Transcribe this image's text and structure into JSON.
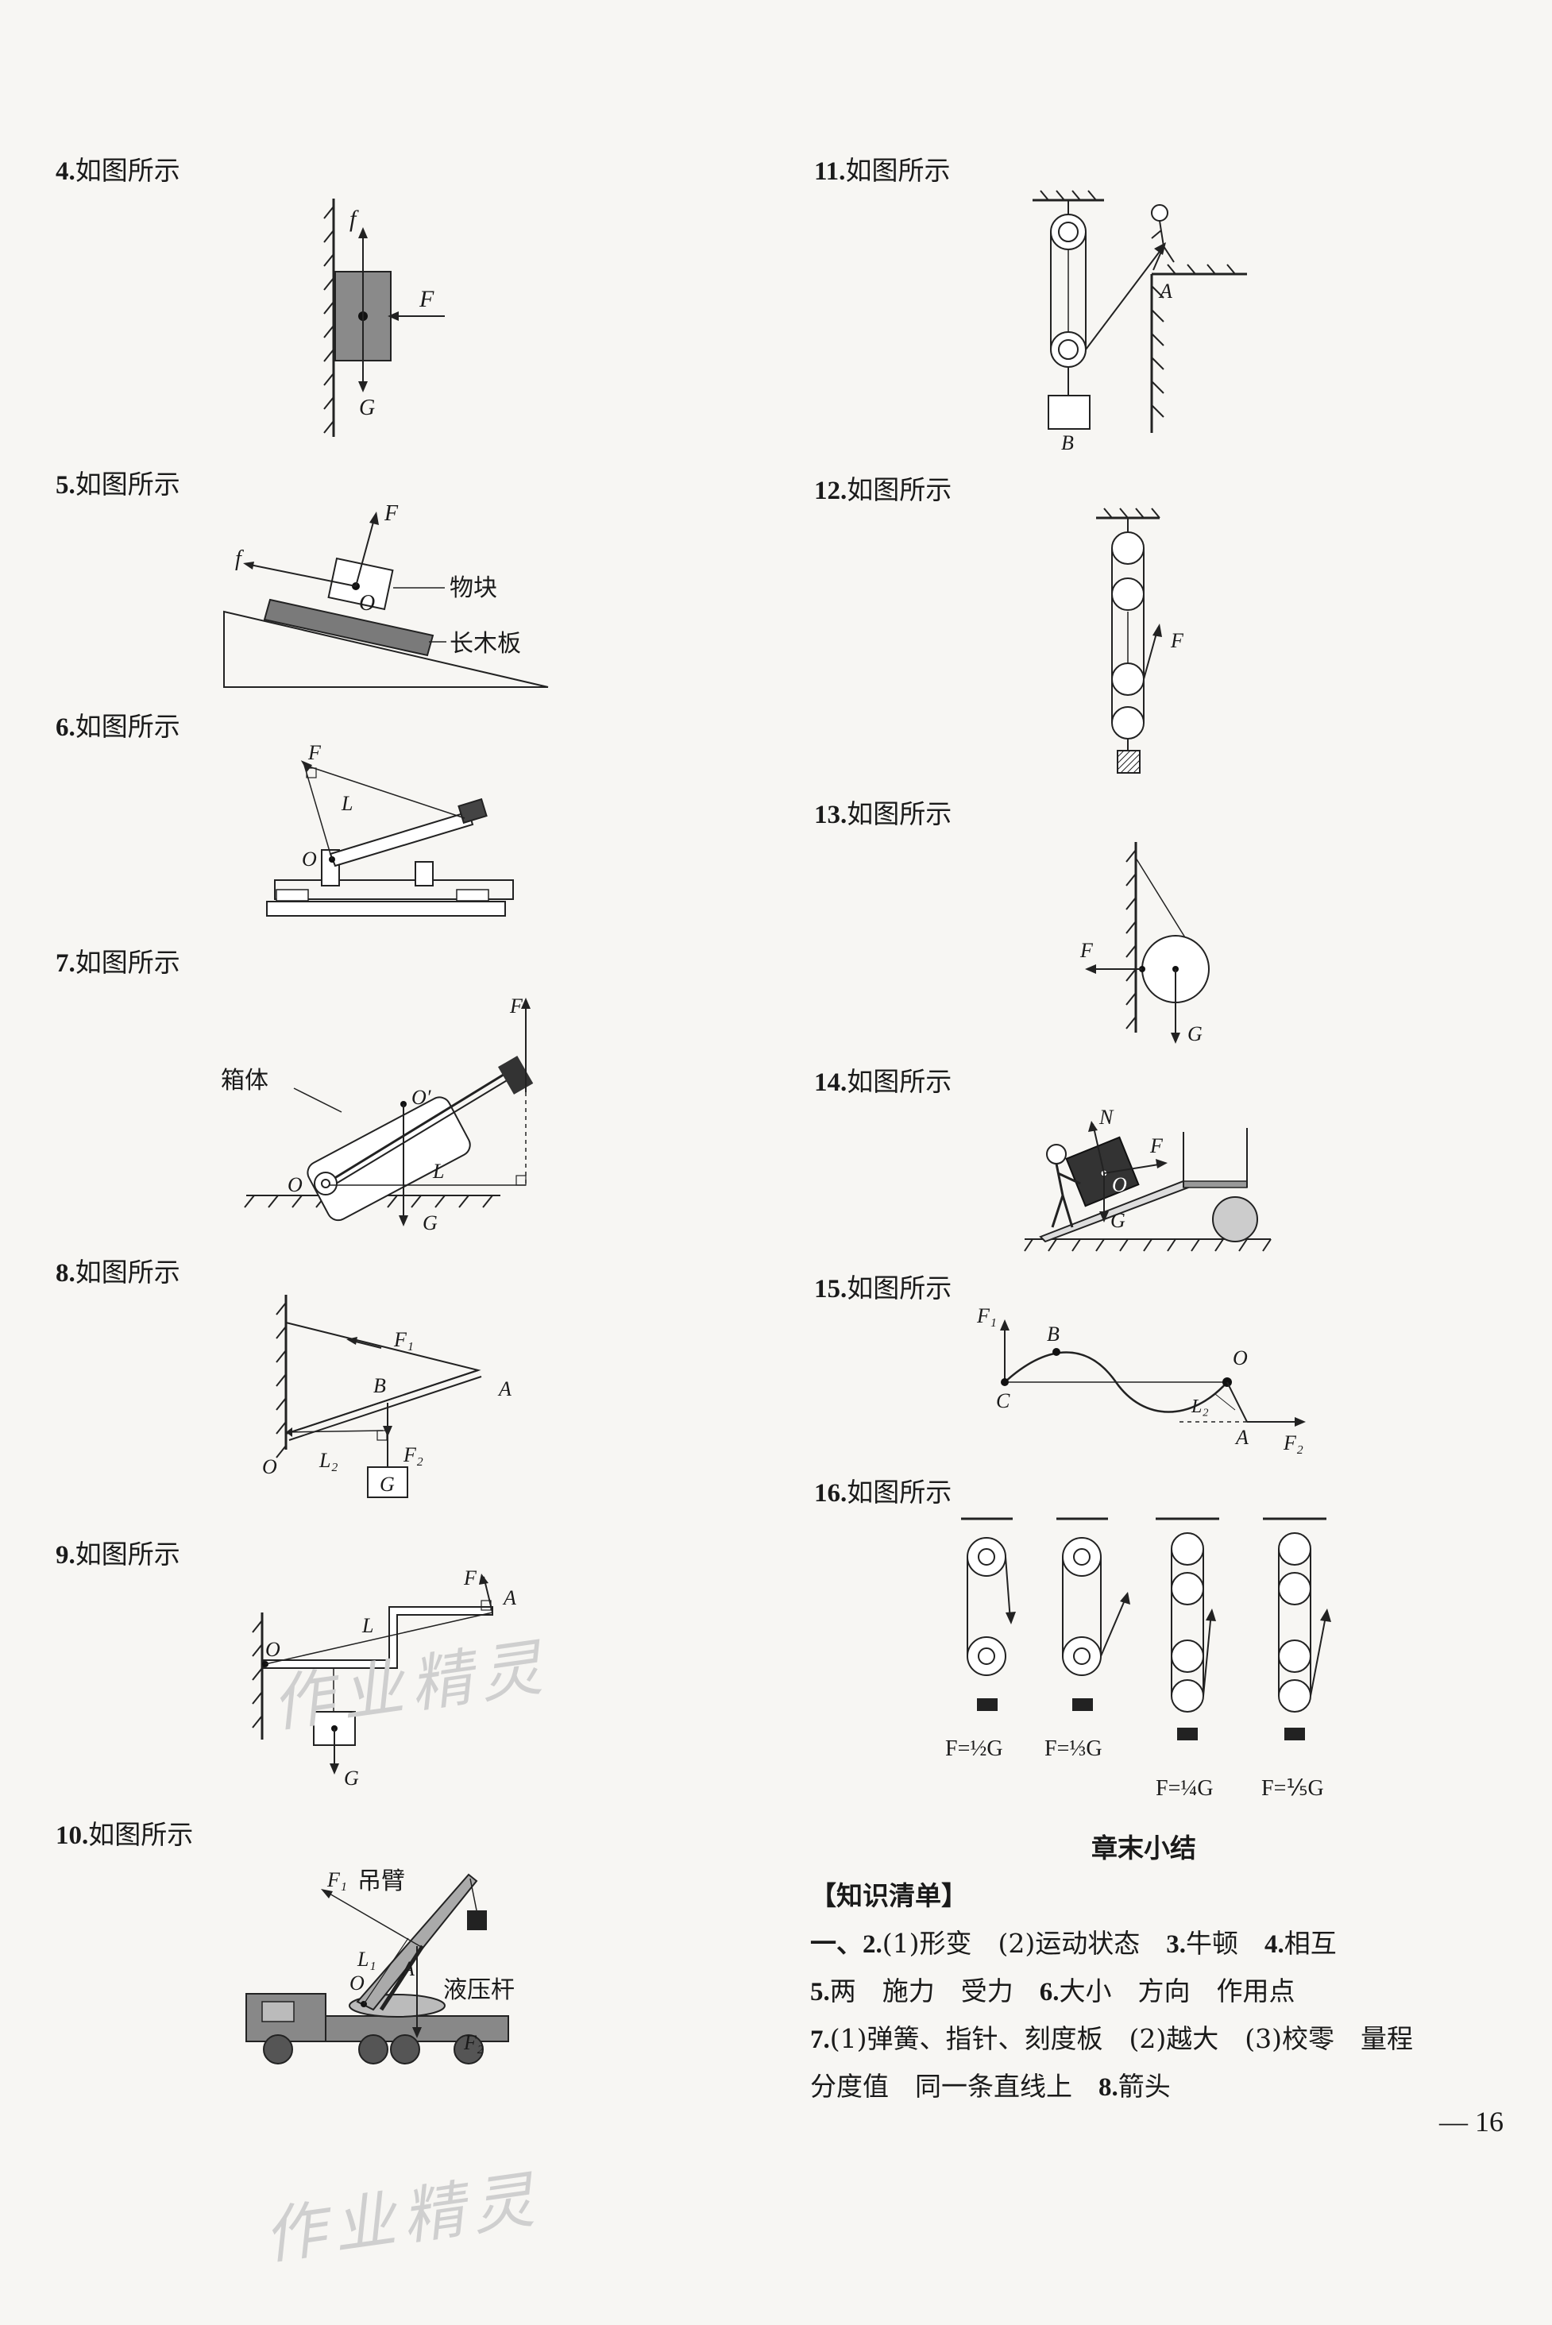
{
  "items": [
    {
      "num": "4.",
      "text": "如图所示"
    },
    {
      "num": "5.",
      "text": "如图所示"
    },
    {
      "num": "6.",
      "text": "如图所示"
    },
    {
      "num": "7.",
      "text": "如图所示"
    },
    {
      "num": "8.",
      "text": "如图所示"
    },
    {
      "num": "9.",
      "text": "如图所示"
    },
    {
      "num": "10.",
      "text": "如图所示"
    },
    {
      "num": "11.",
      "text": "如图所示"
    },
    {
      "num": "12.",
      "text": "如图所示"
    },
    {
      "num": "13.",
      "text": "如图所示"
    },
    {
      "num": "14.",
      "text": "如图所示"
    },
    {
      "num": "15.",
      "text": "如图所示"
    },
    {
      "num": "16.",
      "text": "如图所示"
    }
  ],
  "figures": {
    "f4": {
      "f": "f",
      "F": "F",
      "G": "G"
    },
    "f5": {
      "F": "F",
      "f": "f",
      "O": "O",
      "block": "物块",
      "board": "长木板"
    },
    "f6": {
      "F": "F",
      "L": "L",
      "O": "O"
    },
    "f7": {
      "F": "F",
      "box": "箱体",
      "O1": "O′",
      "O": "O",
      "L": "L",
      "G": "G"
    },
    "f8": {
      "F1": "F₁",
      "B": "B",
      "A": "A",
      "O": "O",
      "L2": "L₂",
      "F2": "F₂",
      "G": "G"
    },
    "f9": {
      "F": "F",
      "A": "A",
      "L": "L",
      "O": "O",
      "G": "G"
    },
    "f10": {
      "F1": "F₁",
      "arm": "吊臂",
      "L1": "L₁",
      "O": "O",
      "A": "A",
      "cyl": "液压杆",
      "F2": "F₂"
    },
    "f11": {
      "A": "A",
      "B": "B"
    },
    "f12": {
      "F": "F"
    },
    "f13": {
      "F": "F",
      "G": "G"
    },
    "f14": {
      "N": "N",
      "F": "F",
      "O": "O",
      "G": "G"
    },
    "f15": {
      "F1": "F₁",
      "B": "B",
      "O": "O",
      "C": "C",
      "L2": "L₂",
      "A": "A",
      "F2": "F₂"
    },
    "f16": {
      "p1": "F=½G",
      "p2": "F=⅓G",
      "p3": "F=¼G",
      "p4": "F=⅕G"
    }
  },
  "summary": {
    "title": "章末小结",
    "heading": "【知识清单】",
    "lines": [
      {
        "b1": "一、2.",
        "t1": "(1)形变　(2)运动状态",
        "b2": "3.",
        "t2": "牛顿",
        "b3": "4.",
        "t3": "相互"
      },
      {
        "b1": "5.",
        "t1": "两　施力　受力",
        "b2": "6.",
        "t2": "大小　方向　作用点",
        "b3": "",
        "t3": ""
      },
      {
        "b1": "7.",
        "t1": "(1)弹簧、指针、刻度板　(2)越大　(3)校零　量程",
        "b2": "",
        "t2": "",
        "b3": "",
        "t3": ""
      },
      {
        "b1": "",
        "t1": "分度值　同一条直线上",
        "b2": "8.",
        "t2": "箭头",
        "b3": "",
        "t3": ""
      }
    ]
  },
  "page": {
    "number": "— 16"
  },
  "watermark": "作业精灵"
}
